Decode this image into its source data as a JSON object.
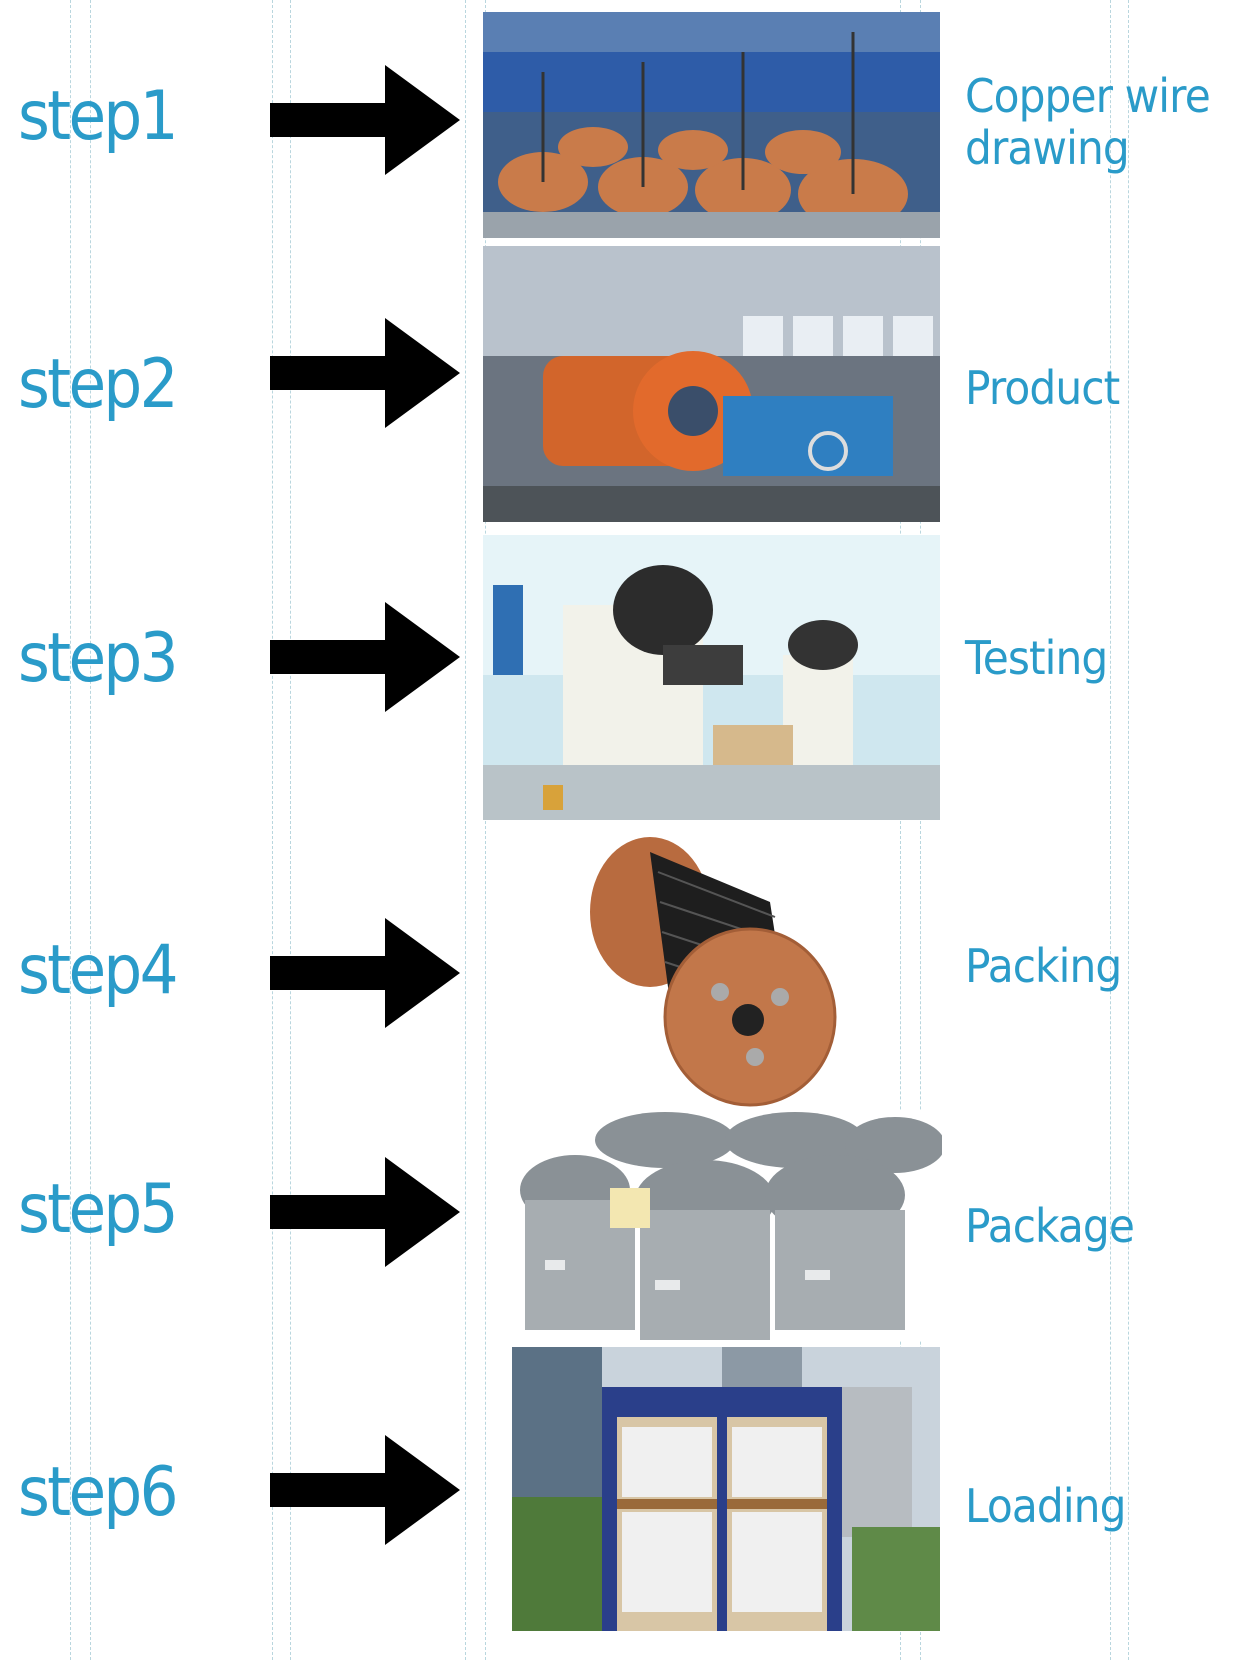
{
  "steps": [
    {
      "label": "step1",
      "caption_line1": "Copper wire",
      "caption_line2": "drawing"
    },
    {
      "label": "step2",
      "caption_line1": "Product"
    },
    {
      "label": "step3",
      "caption_line1": "Testing"
    },
    {
      "label": "step4",
      "caption_line1": "Packing"
    },
    {
      "label": "step5",
      "caption_line1": "Package"
    },
    {
      "label": "step6",
      "caption_line1": "Loading"
    }
  ],
  "colors": {
    "accent": "#2a9bc9",
    "guide": "#b9d6de",
    "arrow": "#000000"
  },
  "icons": {
    "arrow": "right-arrow-icon"
  }
}
